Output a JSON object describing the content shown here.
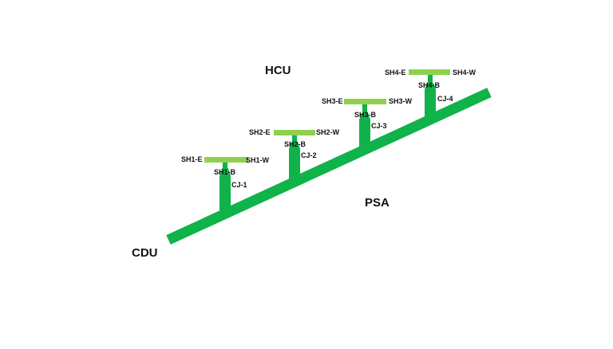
{
  "colors": {
    "main_pipe": "#10b24a",
    "header": "#8fd14f"
  },
  "areas": {
    "top": "HCU",
    "bottom": "PSA",
    "origin": "CDU"
  },
  "headers": [
    {
      "east": "SH1-E",
      "west": "SH1-W",
      "branch": "SH1-B",
      "junction": "CJ-1"
    },
    {
      "east": "SH2-E",
      "west": "SH2-W",
      "branch": "SH2-B",
      "junction": "CJ-2"
    },
    {
      "east": "SH3-E",
      "west": "SH3-W",
      "branch": "SH3-B",
      "junction": "CJ-3"
    },
    {
      "east": "SH4-E",
      "west": "SH4-W",
      "branch": "SH4-B",
      "junction": "CJ-4"
    }
  ]
}
